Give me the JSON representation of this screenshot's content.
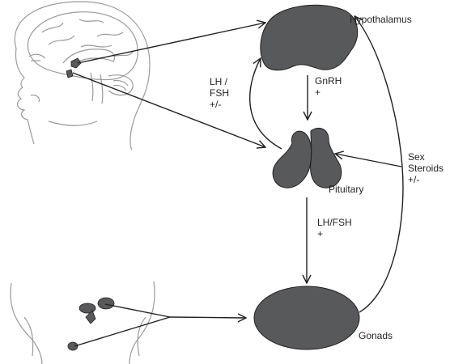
{
  "labels": {
    "hypothalamus": "Hypothalamus",
    "pituitary": "Pituitary",
    "gonads": "Gonads",
    "gnrh": "GnRH",
    "gnrh_sign": "+",
    "lh_fsh_feedback_1": "LH /",
    "lh_fsh_feedback_2": "FSH",
    "lh_fsh_feedback_3": "+/-",
    "lh_fsh_down": "LH/FSH",
    "lh_fsh_down_sign": "+",
    "sex_steroids_1": "Sex",
    "sex_steroids_2": "Steroids",
    "sex_steroids_3": "+/-"
  },
  "colors": {
    "organ_fill": "#58595b",
    "stroke": "#231f20",
    "sketch_line": "#9a9a9a",
    "text": "#231f20"
  }
}
